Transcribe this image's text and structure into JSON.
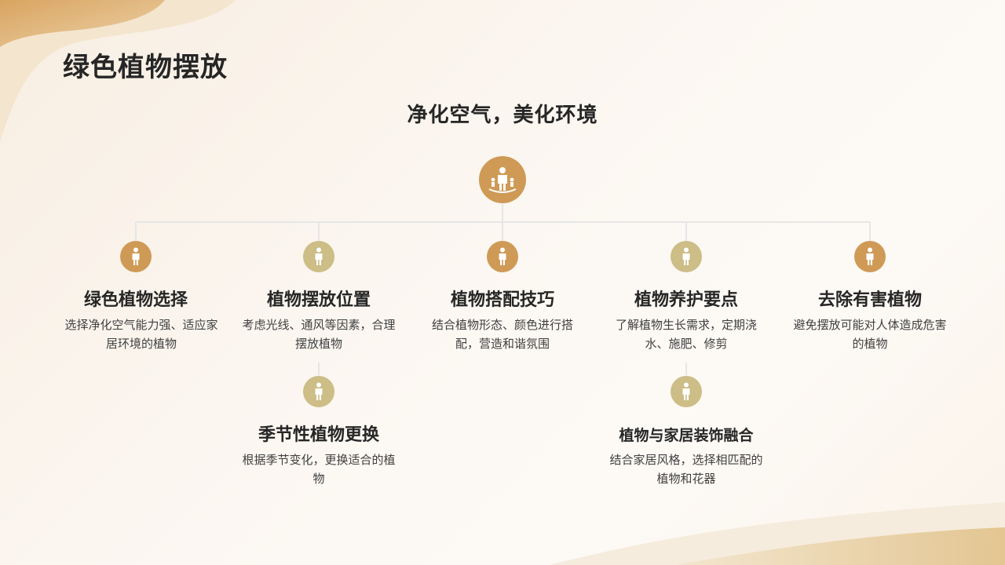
{
  "page": {
    "title": "绿色植物摆放"
  },
  "root": {
    "title": "净化空气，美化环境"
  },
  "colors": {
    "accent_orange": "#cf9a56",
    "accent_olive": "#cdbd86",
    "connector": "#e6e6e6"
  },
  "nodes": [
    {
      "title": "绿色植物选择",
      "desc": "选择净化空气能力强、适应家居环境的植物",
      "icon": "person-icon"
    },
    {
      "title": "植物摆放位置",
      "desc": "考虑光线、通风等因素，合理摆放植物",
      "icon": "person-icon"
    },
    {
      "title": "植物搭配技巧",
      "desc": "结合植物形态、颜色进行搭配，营造和谐氛围",
      "icon": "person-icon"
    },
    {
      "title": "植物养护要点",
      "desc": "了解植物生长需求，定期浇水、施肥、修剪",
      "icon": "person-icon"
    },
    {
      "title": "去除有害植物",
      "desc": "避免摆放可能对人体造成危害的植物",
      "icon": "person-icon"
    }
  ],
  "subnodes": [
    {
      "title": "季节性植物更换",
      "desc": "根据季节变化，更换适合的植物",
      "icon": "person-icon"
    },
    {
      "title": "植物与家居装饰融合",
      "desc": "结合家居风格，选择相匹配的植物和花器",
      "icon": "person-icon"
    }
  ]
}
